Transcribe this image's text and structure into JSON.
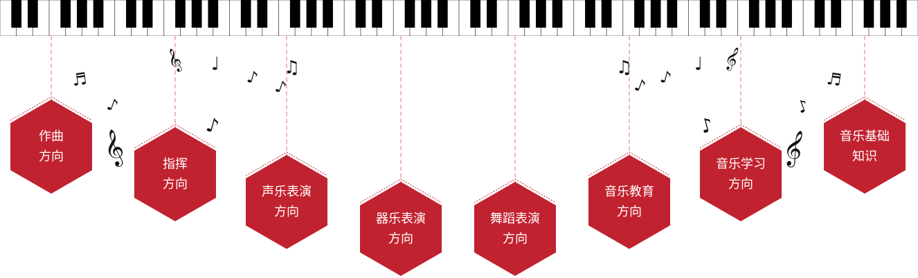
{
  "theme": {
    "accent": "#c1222f",
    "thread": "#f0b8bc",
    "key_black": "#000000",
    "key_white": "#ffffff"
  },
  "piano": {
    "white_key_count": 56,
    "black_key_pattern": "C# D# F# G# A#"
  },
  "directions": [
    {
      "label": "作曲\n方向"
    },
    {
      "label": "指挥\n方向"
    },
    {
      "label": "声乐表演\n方向"
    },
    {
      "label": "器乐表演\n方向"
    },
    {
      "label": "舞蹈表演\n方向"
    },
    {
      "label": "音乐教育\n方向"
    },
    {
      "label": "音乐学习\n方向"
    },
    {
      "label": "音乐基础\n知识"
    }
  ],
  "decorations": [
    {
      "icon": "beamed-sixteenth-notes-icon",
      "glyph": "♬"
    },
    {
      "icon": "eighth-note-icon",
      "glyph": "♪"
    },
    {
      "icon": "treble-clef-icon",
      "glyph": "𝄞"
    },
    {
      "icon": "treble-clef-icon",
      "glyph": "𝄞"
    },
    {
      "icon": "eighth-note-icon",
      "glyph": "♪"
    },
    {
      "icon": "quarter-note-icon",
      "glyph": "♩"
    },
    {
      "icon": "eighth-note-icon",
      "glyph": "♪"
    },
    {
      "icon": "eighth-note-icon",
      "glyph": "♪"
    },
    {
      "icon": "beamed-eighth-notes-icon",
      "glyph": "♫"
    },
    {
      "icon": "beamed-eighth-notes-icon",
      "glyph": "♫"
    },
    {
      "icon": "eighth-note-icon",
      "glyph": "♪"
    },
    {
      "icon": "eighth-note-icon",
      "glyph": "♪"
    },
    {
      "icon": "quarter-note-icon",
      "glyph": "♩"
    },
    {
      "icon": "treble-clef-icon",
      "glyph": "𝄞"
    },
    {
      "icon": "eighth-note-icon",
      "glyph": "♪"
    },
    {
      "icon": "eighth-note-icon",
      "glyph": "♪"
    },
    {
      "icon": "treble-clef-icon",
      "glyph": "𝄞"
    },
    {
      "icon": "beamed-sixteenth-notes-icon",
      "glyph": "♬"
    }
  ]
}
